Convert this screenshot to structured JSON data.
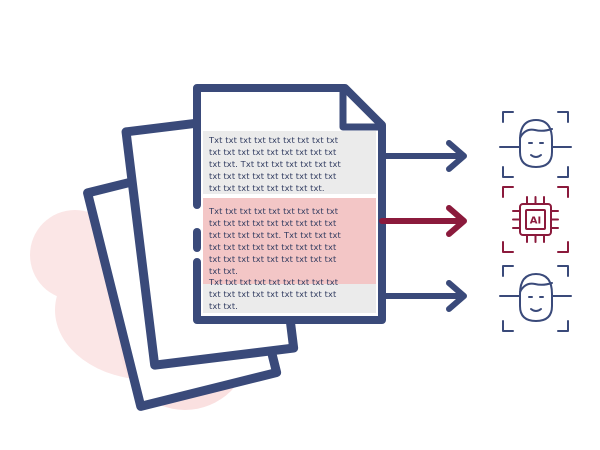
{
  "document": {
    "block_1": "Txt txt txt txt txt txt txt txt txt\ntxt txt txt txt txt txt txt txt txt\ntxt txt. Txt txt txt txt txt txt txt\ntxt txt txt txt txt txt txt txt txt\ntxt txt txt txt txt txt txt txt.",
    "block_2": "Txt txt txt txt txt txt txt txt txt\ntxt txt txt txt txt txt txt txt txt\ntxt txt txt txt txt. Txt txt txt txt\ntxt txt txt txt txt txt txt txt txt\ntxt txt txt txt txt txt txt txt txt\ntxt txt.",
    "block_3": "Txt txt txt txt txt txt txt txt txt\ntxt txt txt txt txt txt txt txt txt\ntxt txt."
  },
  "ai_chip": {
    "label": "AI"
  },
  "colors": {
    "navy": "#3a4a7a",
    "crimson": "#8b1a3c",
    "gray_highlight": "#ebebeb",
    "pink_highlight": "#f3c6c6",
    "blob": "#f8dede"
  },
  "icons": [
    "document-stack-icon",
    "face-scan-icon",
    "ai-chip-icon",
    "arrow-right-icon"
  ]
}
